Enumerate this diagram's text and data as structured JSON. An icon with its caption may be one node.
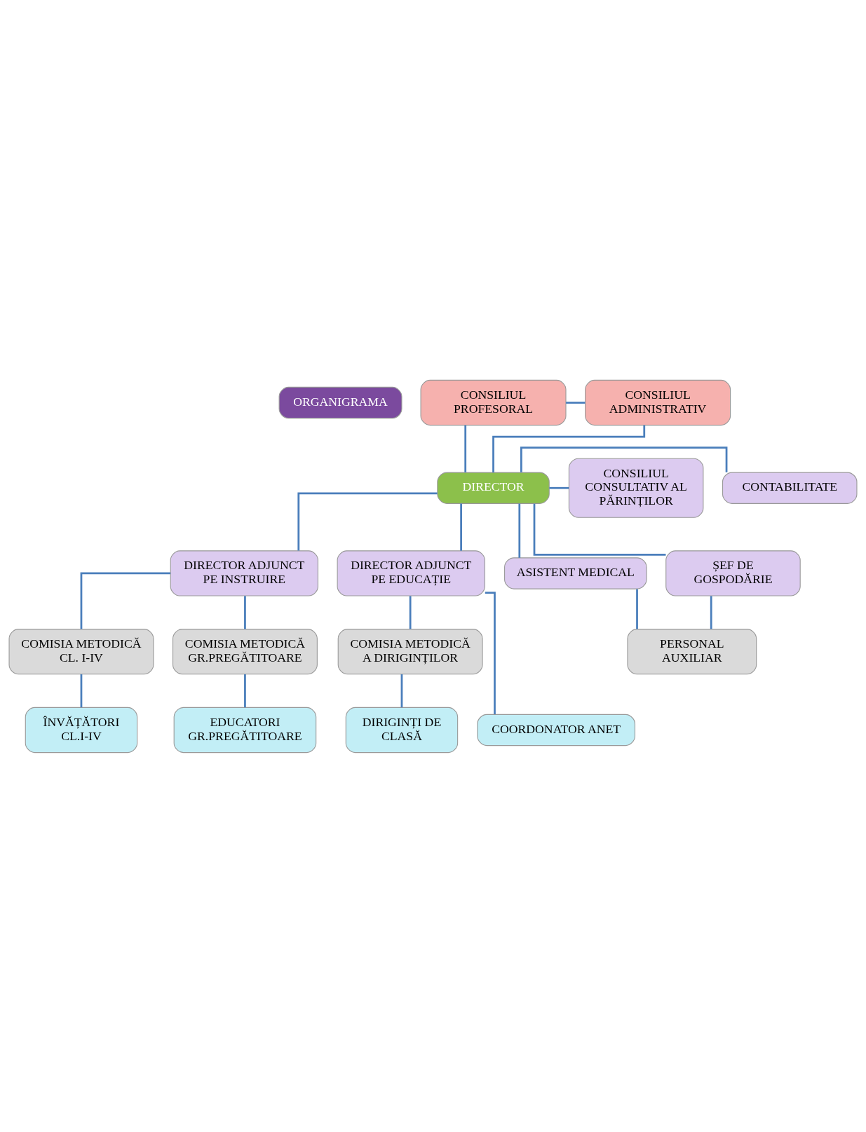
{
  "diagram": {
    "nodes": [
      {
        "text": [
          "ORGANIGRAMA"
        ]
      },
      {
        "text": [
          "CONSILIUL PROFESORAL"
        ]
      },
      {
        "text": [
          "CONSILIUL ADMINISTRATIV"
        ]
      },
      {
        "text": [
          "DIRECTOR"
        ]
      },
      {
        "text": [
          "CONTABILITATE"
        ]
      },
      {
        "text": [
          "CONSILIUL CONSULTATIV AL PĂRINȚILOR"
        ]
      },
      {
        "text": [
          "DIRECTOR ADJUNCT PE INSTRUIRE"
        ]
      },
      {
        "text": [
          "DIRECTOR ADJUNCT PE EDUCAȚIE"
        ]
      },
      {
        "text": [
          "ASISTENT MEDICAL"
        ]
      },
      {
        "text": [
          "ȘEF DE GOSPODĂRIE"
        ]
      },
      {
        "text": [
          "COMISIA METODICĂ CL. I-IV"
        ]
      },
      {
        "text": [
          "COMISIA METODICĂ GR.PREGĂTITOARE"
        ]
      },
      {
        "text": [
          "COMISIA METODICĂ A DIRIGINȚILOR"
        ]
      },
      {
        "text": [
          "PERSONAL AUXILIAR"
        ]
      },
      {
        "text": [
          "ÎNVĂȚĂTORI CL.I-IV"
        ]
      },
      {
        "text": [
          "EDUCATORI GR.PREGĂTITOARE"
        ]
      },
      {
        "text": [
          "DIRIGINȚI DE CLASĂ"
        ]
      },
      {
        "text": [
          "COORDONATOR ANET"
        ]
      }
    ],
    "edges": [
      {
        "from": 1,
        "to": 2,
        "arrow": "none"
      },
      {
        "from": 1,
        "to": 3,
        "arrow": "none"
      },
      {
        "from": 2,
        "to": 3,
        "arrow": "none"
      },
      {
        "from": 3,
        "to": 4,
        "arrow": "none"
      },
      {
        "from": 3,
        "to": 5,
        "arrow": "none"
      },
      {
        "from": 3,
        "to": 6,
        "arrow": "none"
      },
      {
        "from": 3,
        "to": 7,
        "arrow": "none"
      },
      {
        "from": 3,
        "to": 8,
        "arrow": "none"
      },
      {
        "from": 3,
        "to": 9,
        "arrow": "none"
      },
      {
        "from": 6,
        "to": 10,
        "arrow": "none"
      },
      {
        "from": 6,
        "to": 11,
        "arrow": "none"
      },
      {
        "from": 7,
        "to": 12,
        "arrow": "none"
      },
      {
        "from": 7,
        "to": 17,
        "arrow": "none"
      },
      {
        "from": 8,
        "to": 13,
        "arrow": "none"
      },
      {
        "from": 9,
        "to": 13,
        "arrow": "none"
      },
      {
        "from": 10,
        "to": 14,
        "arrow": "none"
      },
      {
        "from": 11,
        "to": 15,
        "arrow": "none"
      },
      {
        "from": 12,
        "to": 16,
        "arrow": "none"
      }
    ]
  }
}
